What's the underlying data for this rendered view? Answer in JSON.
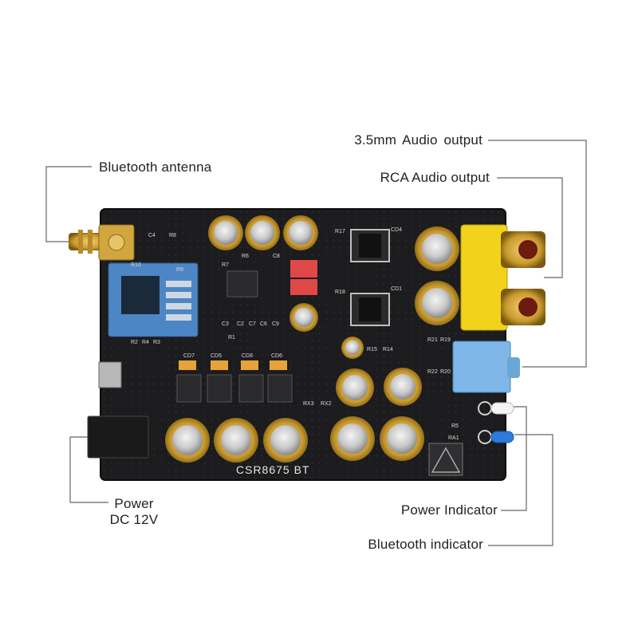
{
  "callouts": {
    "audio_35mm": "3.5mm  Audio output",
    "rca_audio": "RCA Audio output",
    "bt_antenna": "Bluetooth antenna",
    "power_line1": "Power",
    "power_line2": "DC 12V",
    "power_indicator": "Power Indicator",
    "bt_indicator": "Bluetooth indicator"
  },
  "board": {
    "silkscreen_label": "CSR8675 BT",
    "component_refs": {
      "c4": "C4",
      "r8": "R8",
      "r10": "R10",
      "r9": "R9",
      "r7": "R7",
      "r6": "R6",
      "c8": "C8",
      "c3": "C3",
      "c2": "C2",
      "c7": "C7",
      "c6": "C6",
      "c9": "C9",
      "r1": "R1",
      "r2": "R2",
      "r4": "R4",
      "r3": "R3",
      "cd7": "CD7",
      "cd5": "CD5",
      "cd8": "CD8",
      "cd6": "CD6",
      "r17": "R17",
      "cd4": "CD4",
      "r18": "R18",
      "cd1": "CD1",
      "r15": "R15",
      "r14": "R14",
      "r21": "R21",
      "r19": "R19",
      "r22": "R22",
      "r20": "R20",
      "rx3": "RX3",
      "rx2": "RX2",
      "r5": "R5",
      "ra1": "RA1"
    }
  },
  "colors": {
    "pcb": "#1c1c1e",
    "cap_gold": "#c9a043",
    "rca_yellow": "#f2d21a",
    "jack_blue": "#7fb8e8",
    "bt_module": "#4d86c4",
    "callout_line": "#666666"
  }
}
